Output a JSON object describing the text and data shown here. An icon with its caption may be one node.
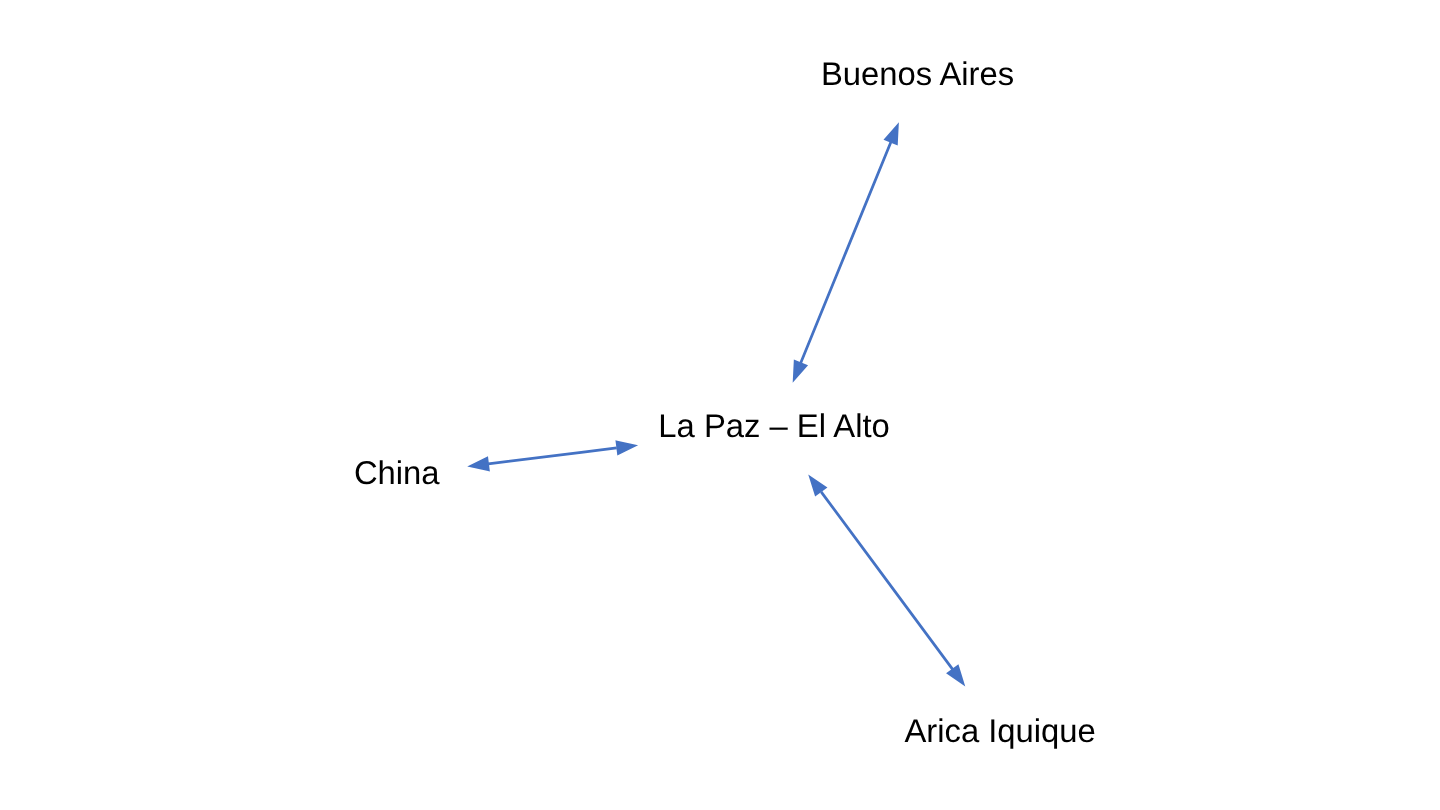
{
  "diagram": {
    "nodes": [
      {
        "text": [
          "China"
        ]
      },
      {
        "text": [
          "La Paz – El Alto"
        ]
      },
      {
        "text": [
          "Arica Iquique"
        ]
      },
      {
        "text": [
          "Buenos Aires"
        ]
      }
    ],
    "edges": [
      {
        "from": 0,
        "to": 1,
        "arrow": "both"
      },
      {
        "from": 2,
        "to": 1,
        "arrow": "both"
      },
      {
        "from": 3,
        "to": 1,
        "arrow": "both"
      }
    ]
  }
}
